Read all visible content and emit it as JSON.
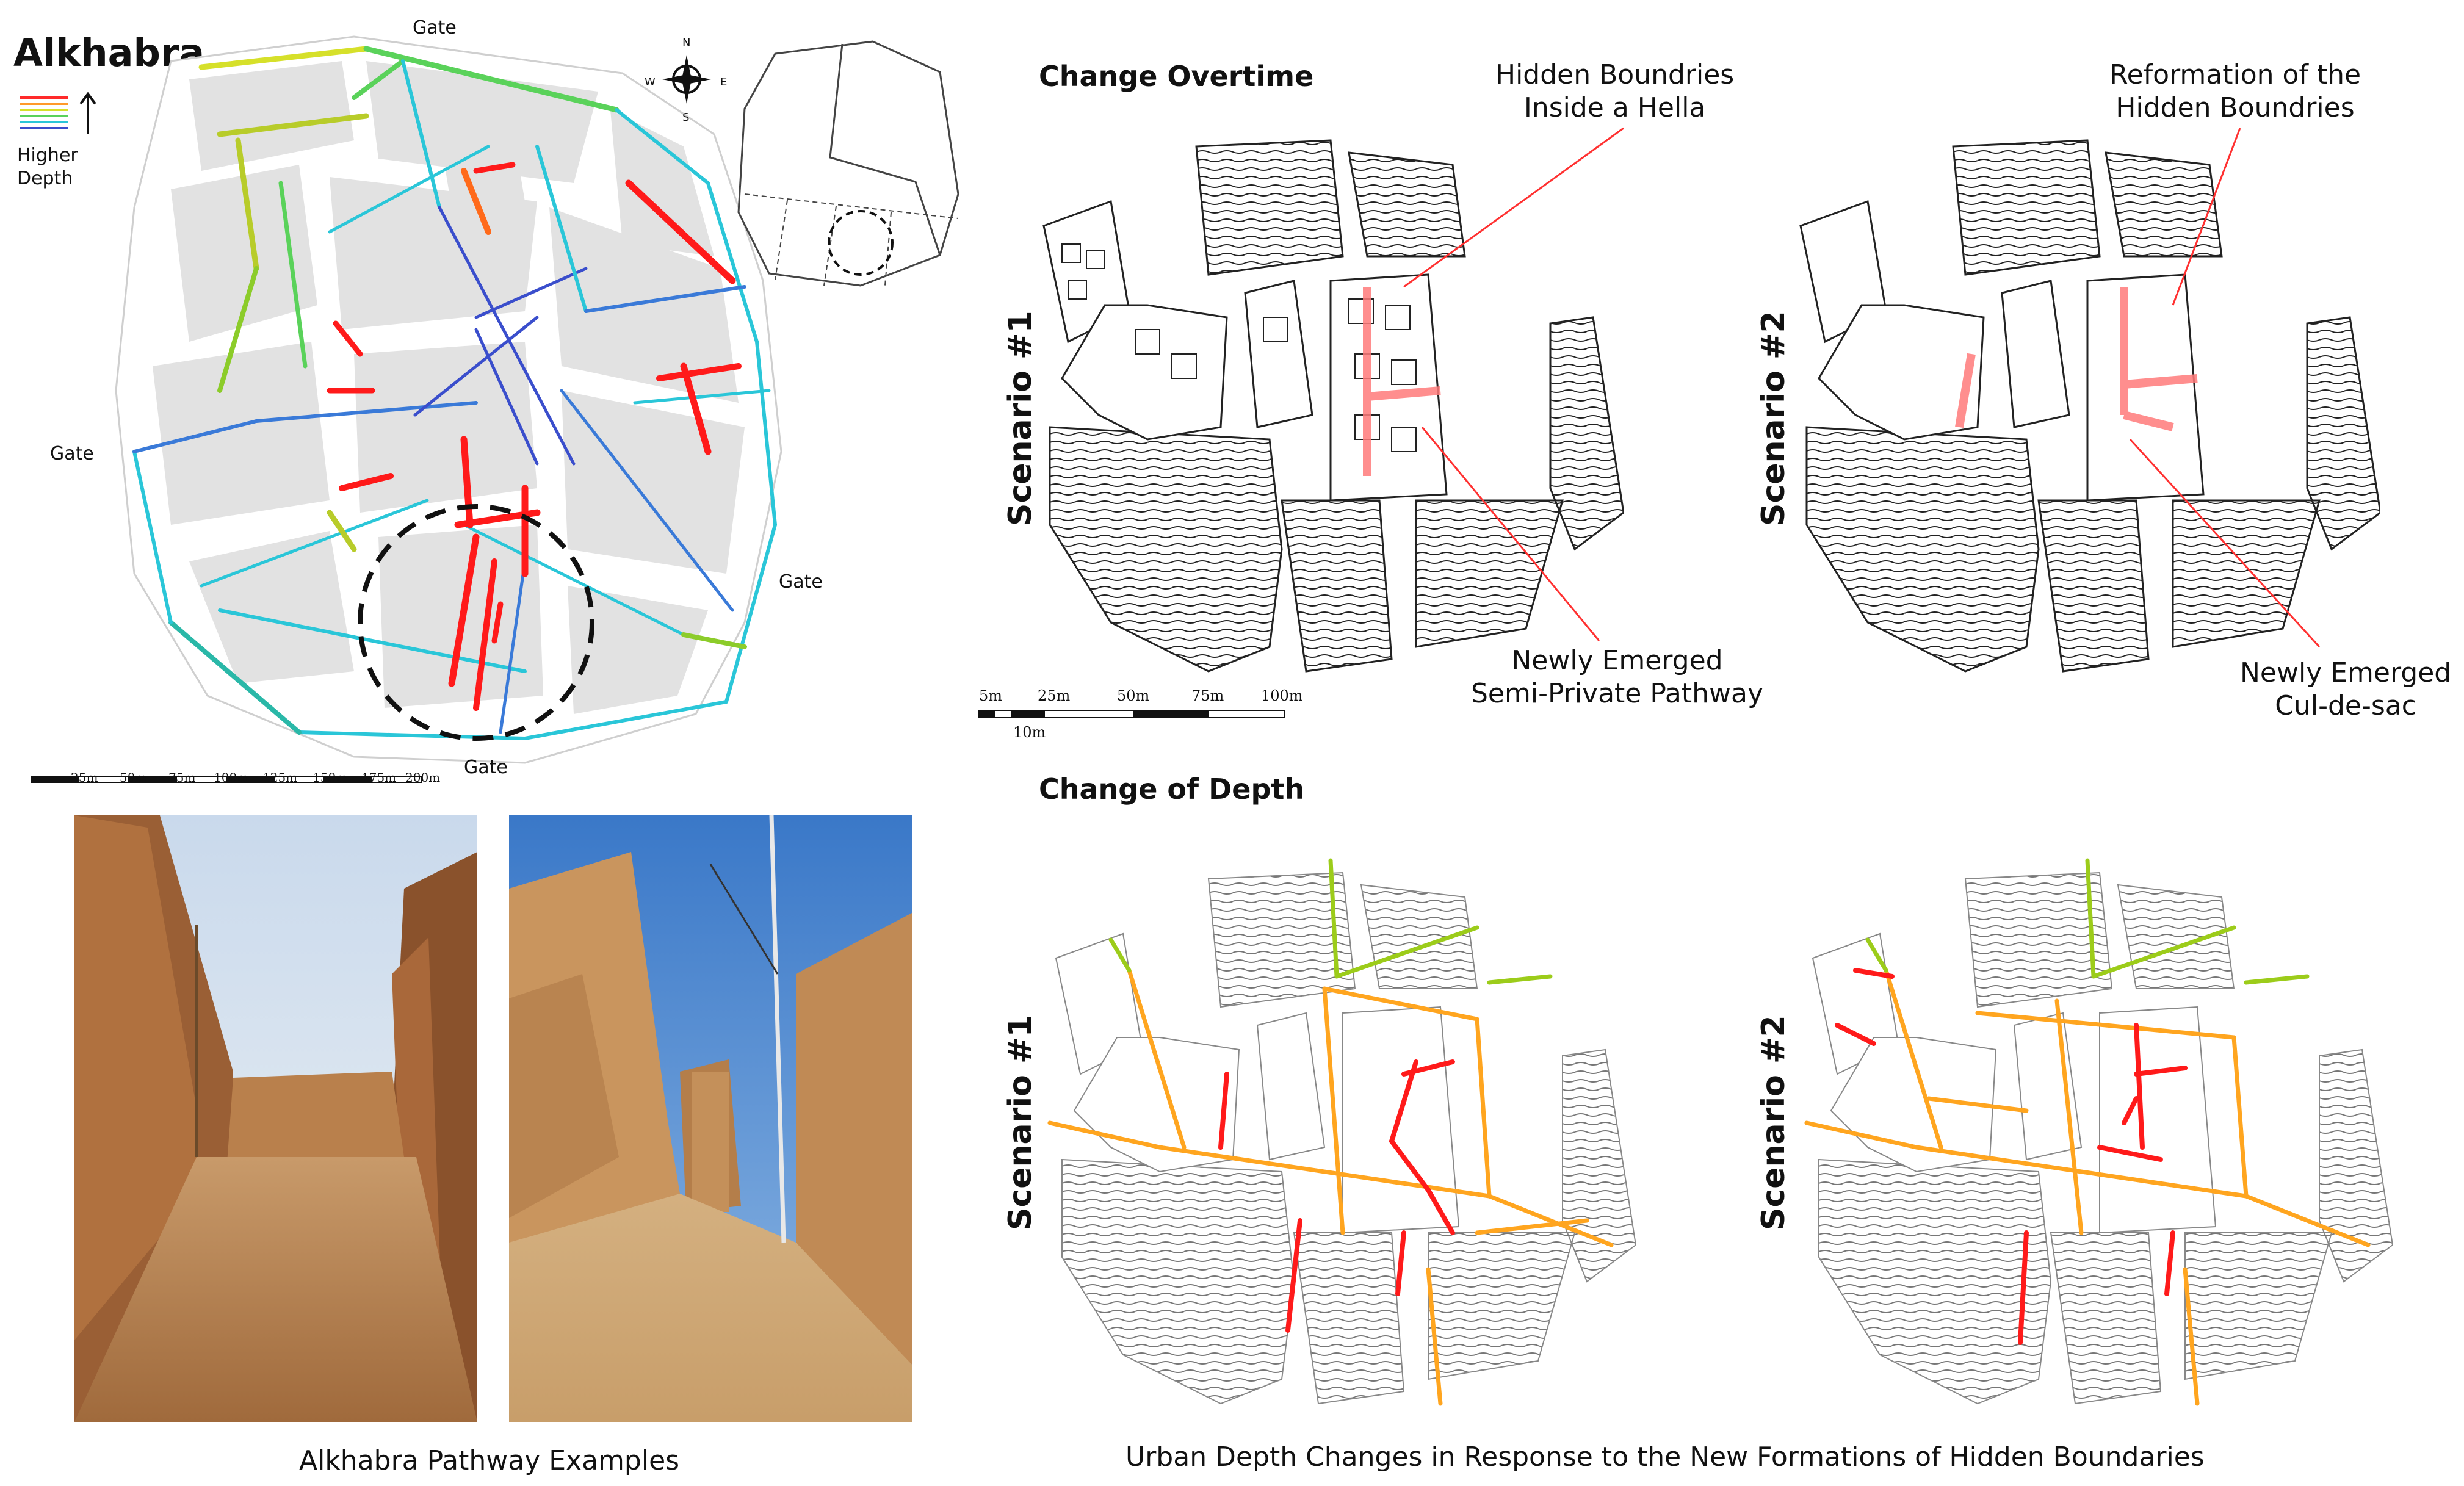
{
  "map": {
    "title": "Alkhabra",
    "legend_label": "Higher\nDepth",
    "gates": [
      "Gate",
      "Gate",
      "Gate",
      "Gate"
    ],
    "compass": [
      "N",
      "S",
      "E",
      "W"
    ],
    "scale_ticks": [
      "25m",
      "50m",
      "75m",
      "100m",
      "125m",
      "150m",
      "175m",
      "200m"
    ]
  },
  "change_overtime": {
    "title": "Change Overtime",
    "scenario1_label": "Scenario  #1",
    "scenario2_label": "Scenario  #2",
    "ann_hidden": "Hidden Boundries\nInside a Hella",
    "ann_pathway": "Newly Emerged\nSemi-Private Pathway",
    "ann_reformation": "Reformation of the\nHidden Boundries",
    "ann_culdesac": "Newly Emerged\nCul-de-sac",
    "scale_ticks": [
      "5m",
      "25m",
      "50m",
      "75m",
      "100m"
    ],
    "scale_sub": "10m"
  },
  "change_depth": {
    "title": "Change of Depth",
    "scenario1_label": "Scenario  #1",
    "scenario2_label": "Scenario  #2"
  },
  "captions": {
    "photos": "Alkhabra Pathway Examples",
    "depth": "Urban Depth Changes in Response to the New Formations of Hidden Boundaries"
  },
  "colors": {
    "deep": "#ff1a1a",
    "mid_orange": "#ffa51f",
    "shallow_green": "#9ccc1a",
    "blue": "#2255cc",
    "cyan": "#22c0d8",
    "block_gray": "#e2e2e2"
  }
}
